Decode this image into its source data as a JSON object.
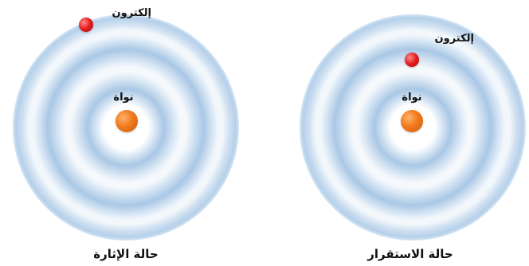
{
  "panels": {
    "excited": {
      "electron_label": "إلكترون",
      "nucleus_label": "نواة",
      "caption": "حالة الإثارة"
    },
    "ground": {
      "electron_label": "إلكترون",
      "nucleus_label": "نواة",
      "caption": "حالة الاستقرار"
    }
  },
  "colors": {
    "nucleus": "#f07a1c",
    "electron": "#e21b1b",
    "orbital_cloud": "#a9c7e5"
  }
}
